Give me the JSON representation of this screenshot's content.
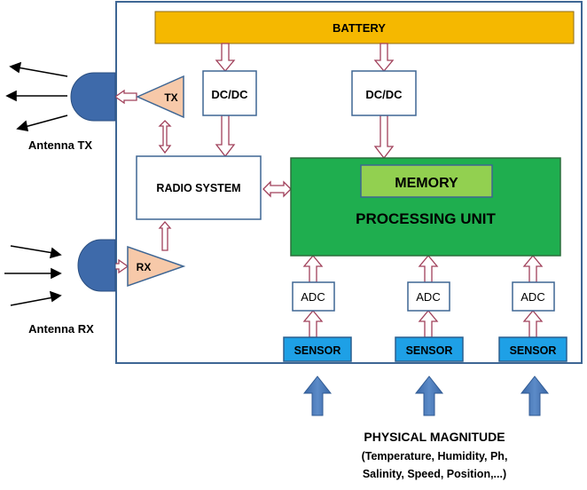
{
  "diagram": {
    "battery": "BATTERY",
    "dcdc_left": "DC/DC",
    "dcdc_right": "DC/DC",
    "tx": "TX",
    "rx": "RX",
    "antenna_tx": "Antenna TX",
    "antenna_rx": "Antenna RX",
    "radio_system": "RADIO SYSTEM",
    "memory": "MEMORY",
    "processing_unit": "PROCESSING UNIT",
    "adc_1": "ADC",
    "adc_2": "ADC",
    "adc_3": "ADC",
    "sensor_1": "SENSOR",
    "sensor_2": "SENSOR",
    "sensor_3": "SENSOR",
    "physical_magnitude": "PHYSICAL MAGNITUDE",
    "examples_line1": "(Temperature, Humidity, Ph,",
    "examples_line2": "Salinity, Speed, Position,...)"
  },
  "colors": {
    "frame": "#3e6694",
    "battery": "#f5b800",
    "processing": "#1fae4f",
    "memory": "#92d050",
    "sensor": "#1ea0e6",
    "antenna": "#3e6aaa",
    "amplifier": "#f7c9a9",
    "arrow_outline": "#a0405a",
    "physical_arrow": "#4a77b4"
  }
}
